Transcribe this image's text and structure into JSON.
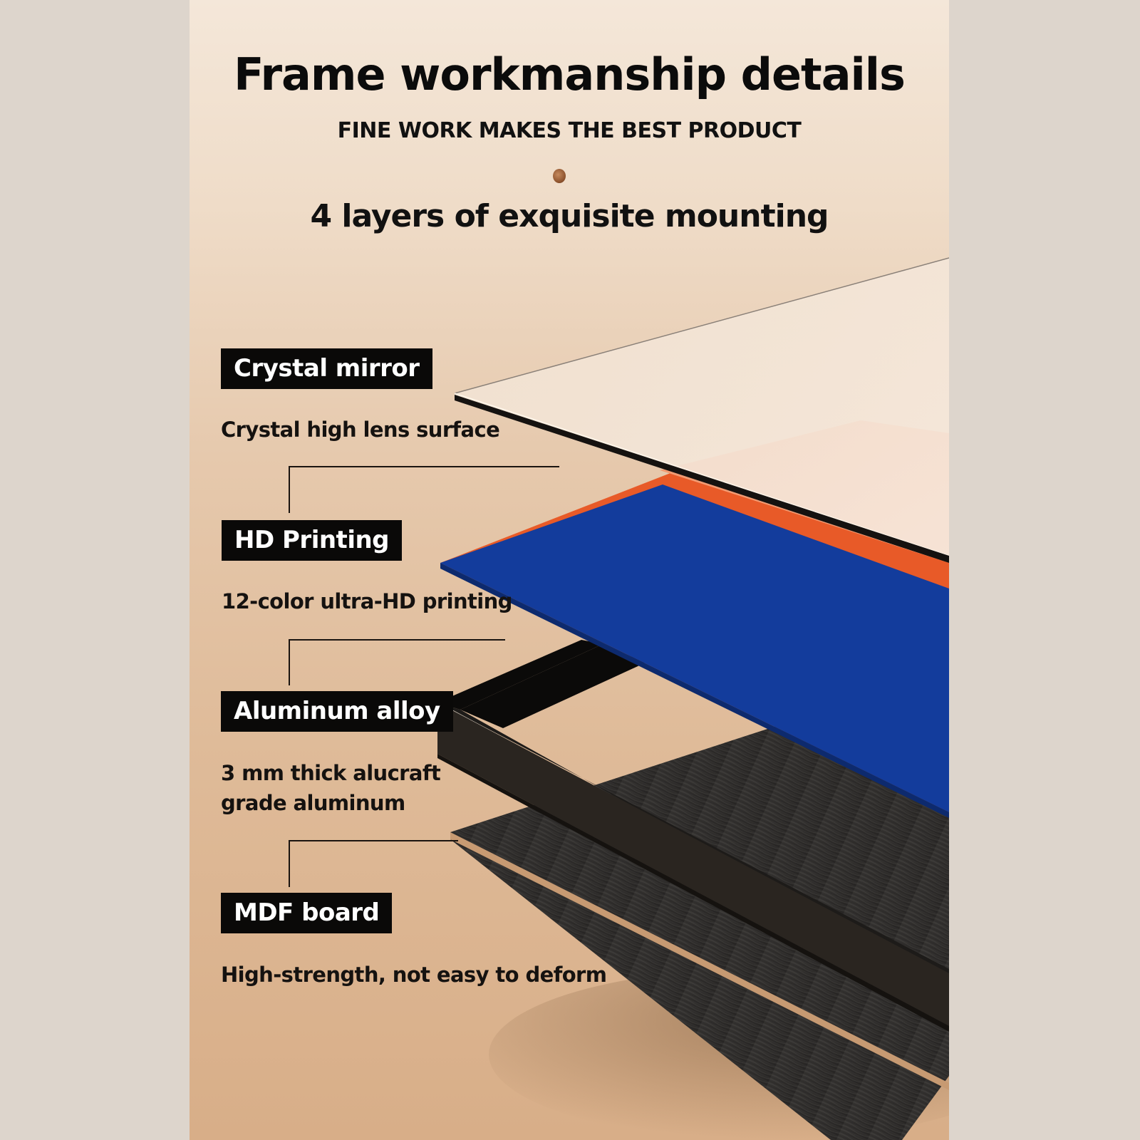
{
  "header": {
    "title": "Frame workmanship details",
    "subtitle": "FINE WORK MAKES THE BEST PRODUCT",
    "heading": "4 layers of exquisite mounting"
  },
  "layers": [
    {
      "label": "Crystal mirror",
      "description": "Crystal high lens surface"
    },
    {
      "label": "HD Printing",
      "description": "12-color ultra-HD printing"
    },
    {
      "label": "Aluminum alloy",
      "description": "3 mm thick alucraft grade aluminum",
      "description_lines": [
        "3 mm thick alucraft",
        "grade aluminum"
      ]
    },
    {
      "label": "MDF board",
      "description": "High-strength, not easy to deform"
    }
  ],
  "colors": {
    "page_background": "#ddd5cc",
    "panel_top": "#f4e7d9",
    "panel_bottom": "#d8ae88",
    "tag_background": "#0a0908",
    "print_blue": "#133c9c",
    "print_orange": "#e85a28",
    "print_peach": "#f19a72",
    "frame_black": "#1a1714",
    "mdf_dark": "#2e2c2b"
  }
}
